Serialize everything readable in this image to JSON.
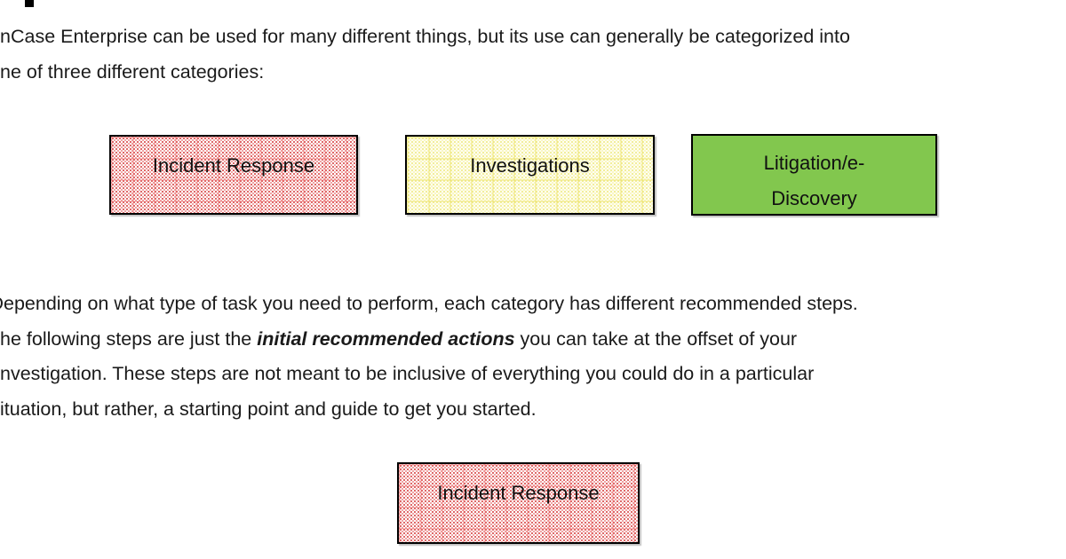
{
  "document": {
    "intro": {
      "line1": "nCase Enterprise can be used for many different things, but its use can generally be categorized into",
      "line2": "ne of three different categories:"
    },
    "categories": [
      {
        "label": "Incident Response",
        "fill": "red-dot-pattern"
      },
      {
        "label": "Investigations",
        "fill": "yellow-dot-pattern"
      },
      {
        "label_line1": "Litigation/e-",
        "label_line2": "Discovery",
        "fill": "green-solid"
      }
    ],
    "body": {
      "line1_clipped_letter": "D",
      "line1": "epending on what type of task you need to perform, each category has different recommended steps.",
      "line2_before": "he following steps are just the ",
      "line2_emphasis": "initial recommended actions",
      "line2_after": " you can take at the offset of your",
      "line3": "nvestigation. These steps are not meant to be inclusive of everything you could do in a particular",
      "line4": "ituation, but rather, a starting point and guide to get you started."
    },
    "flow_box": {
      "label": "Incident Response",
      "fill": "red-dot-pattern"
    },
    "colors": {
      "page_background": "#ffffff",
      "text": "#1a1a1a",
      "box_border": "#000000",
      "green_fill": "#82c74e",
      "red_dot": "#d94f4f",
      "yellow_dot": "#f2ee9c"
    }
  }
}
